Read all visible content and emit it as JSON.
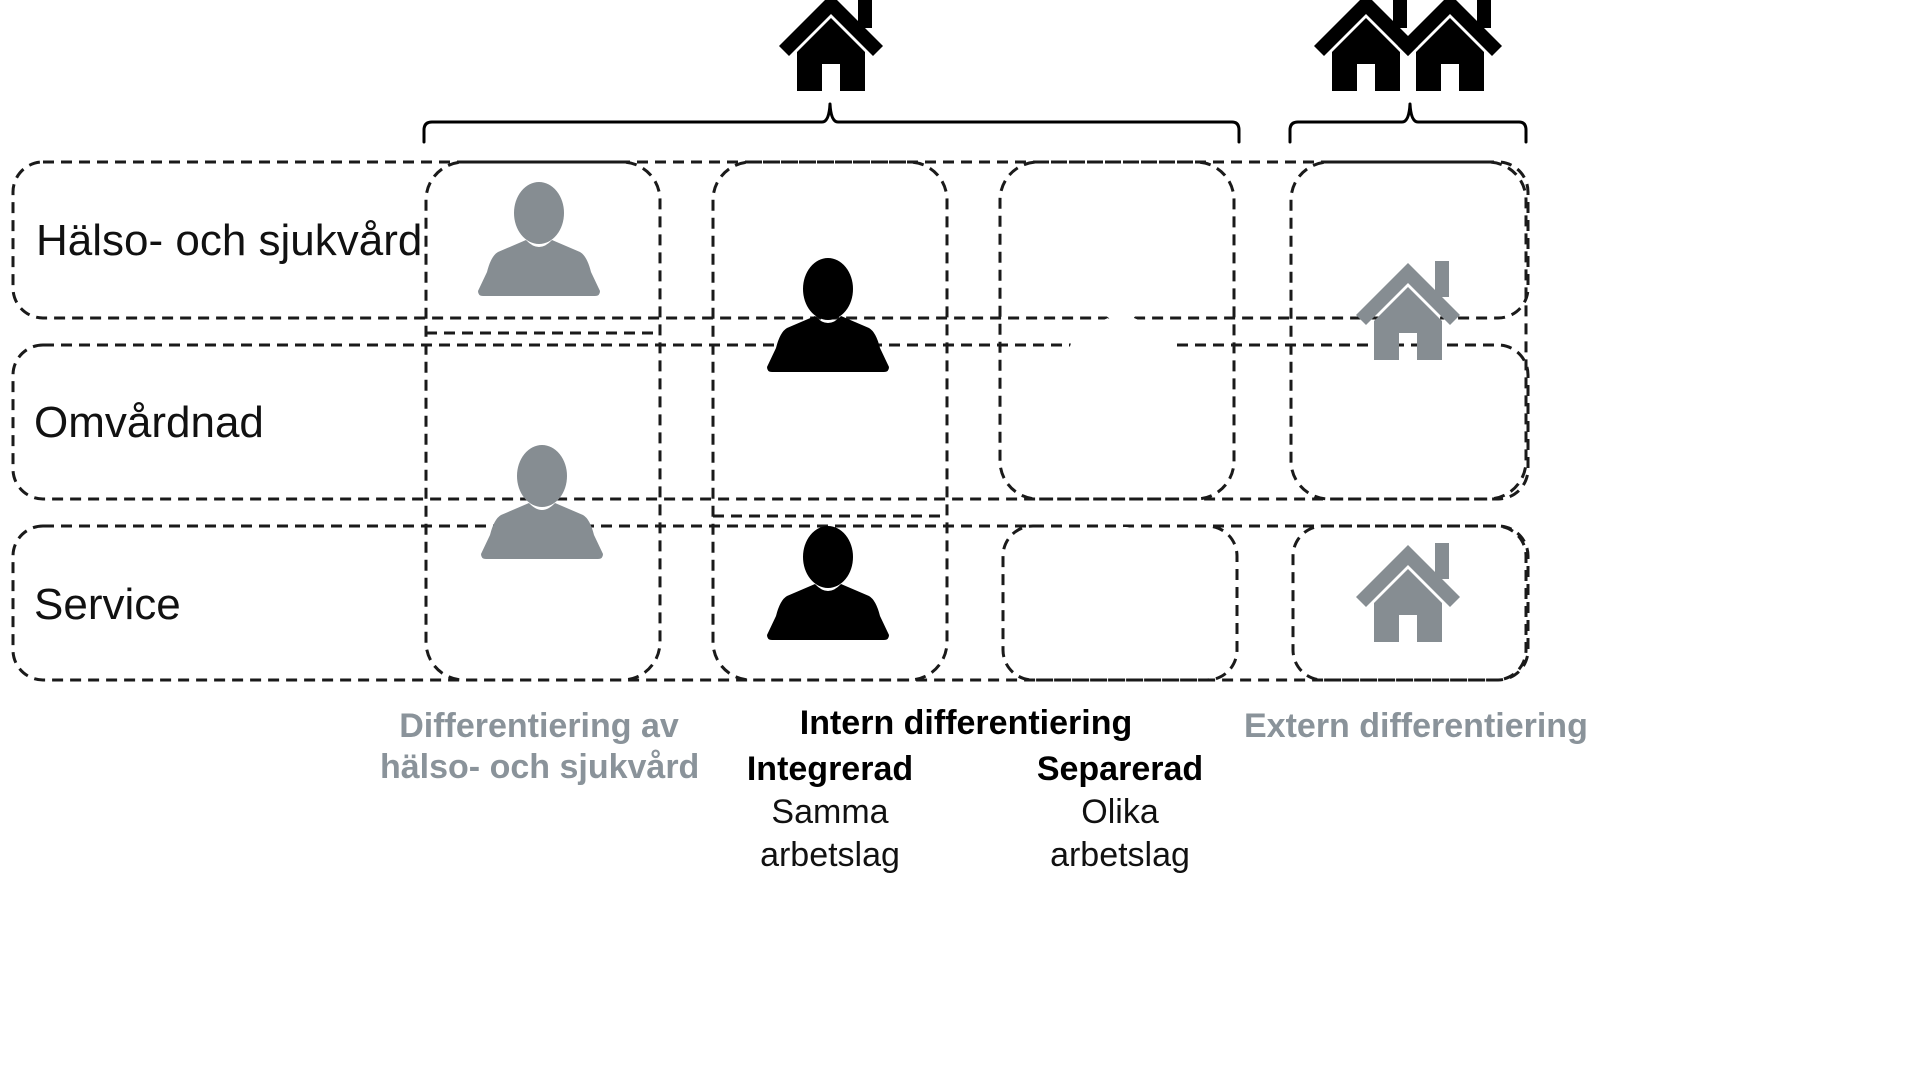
{
  "rows": [
    {
      "label": "Hälso- och sjukvård"
    },
    {
      "label": "Omvårdnad"
    },
    {
      "label": "Service"
    }
  ],
  "columns": [
    {
      "caption_line1": "Differentiering av",
      "caption_line2": "hälso- och sjukvård"
    },
    {
      "group_caption": "Intern differentiering",
      "sub": [
        {
          "title": "Integrerad",
          "line1": "Samma",
          "line2": "arbetslag"
        },
        {
          "title": "Separerad",
          "line1": "Olika",
          "line2": "arbetslag"
        }
      ]
    },
    {
      "caption": "Extern differentiering"
    }
  ],
  "colors": {
    "grey_box": "#d9d9d9",
    "lime_box": "#c9dc5b",
    "green_box": "#23864a",
    "grey_icon": "#868d92",
    "caption_grey": "#8a939a",
    "black": "#000000",
    "white": "#ffffff"
  },
  "icons": [
    "house-icon",
    "person-icon"
  ]
}
